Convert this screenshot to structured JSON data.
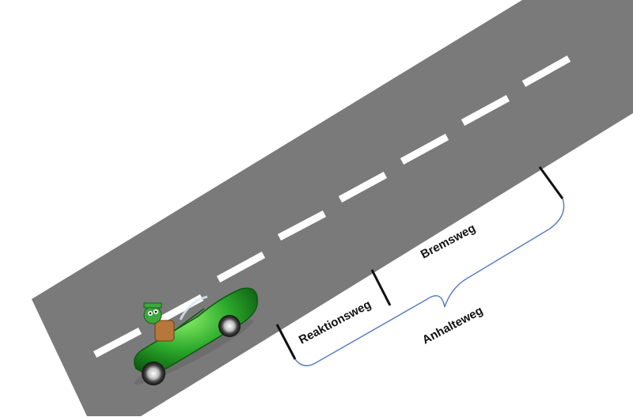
{
  "labels": {
    "reaction": "Reaktionsweg",
    "braking": "Bremsweg",
    "stopping": "Anhalteweg"
  },
  "colors": {
    "road": "#7a7a7a",
    "lane_marking": "#ffffff",
    "brace": "#5b7fc4",
    "tick": "#111111",
    "car": "#2aa82a"
  },
  "icons": {
    "car": "green-convertible-car-icon",
    "driver": "green-creature-driver-icon"
  }
}
